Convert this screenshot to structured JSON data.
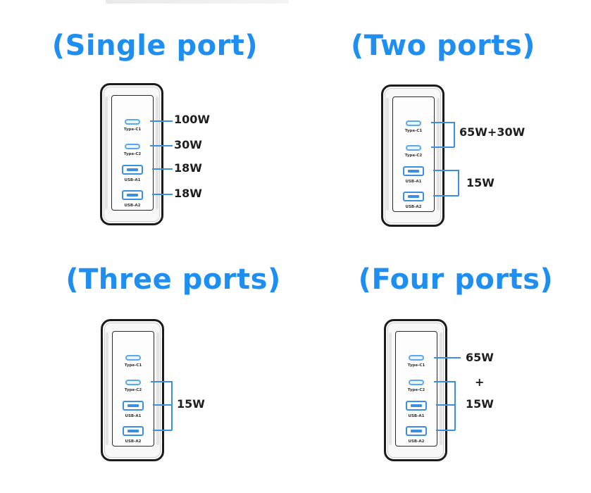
{
  "panels": {
    "single": {
      "title": "(Single port)",
      "ports": [
        "Type-C1",
        "Type-C2",
        "USB-A1",
        "USB-A2"
      ],
      "outputs": [
        "100W",
        "30W",
        "18W",
        "18W"
      ]
    },
    "two": {
      "title": "(Two ports)",
      "ports": [
        "Type-C1",
        "Type-C2",
        "USB-A1",
        "USB-A2"
      ],
      "outputs": [
        "65W+30W",
        "15W"
      ]
    },
    "three": {
      "title": "(Three ports)",
      "ports": [
        "Type-C1",
        "Type-C2",
        "USB-A1",
        "USB-A2"
      ],
      "outputs": [
        "15W"
      ]
    },
    "four": {
      "title": "(Four ports)",
      "ports": [
        "Type-C1",
        "Type-C2",
        "USB-A1",
        "USB-A2"
      ],
      "outputs": [
        "65W",
        "+",
        "15W"
      ]
    }
  },
  "colors": {
    "accent": "#1f8ef1",
    "port_line": "#3c8fdf",
    "body": "#1c1c1c"
  }
}
